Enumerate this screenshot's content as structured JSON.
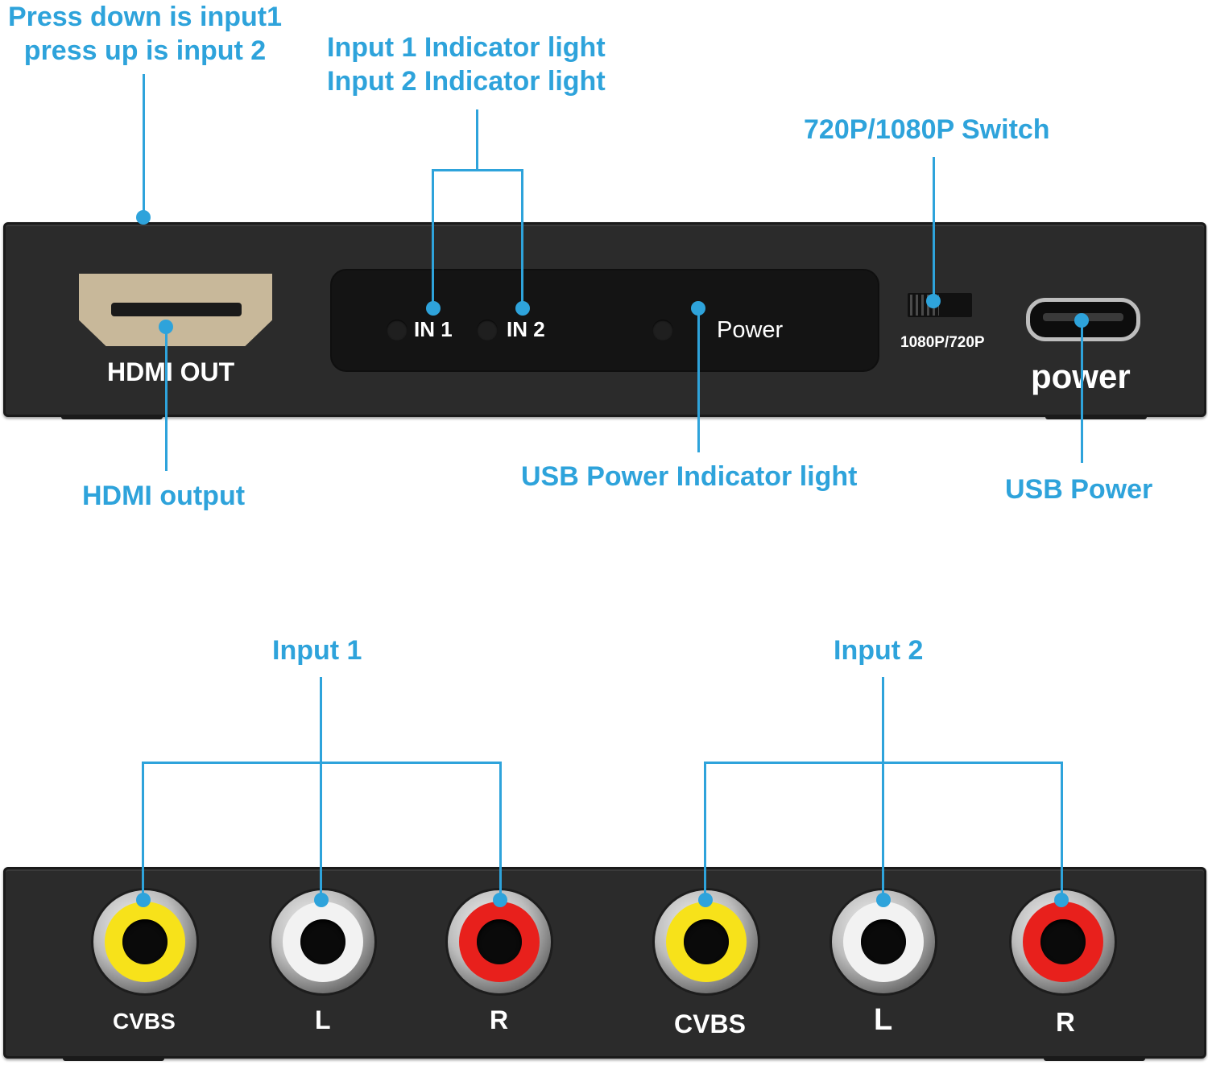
{
  "callouts": {
    "input_select_line1": "Press down is input1",
    "input_select_line2": "press up is input 2",
    "indicator_line1": "Input 1 Indicator light",
    "indicator_line2": "Input 2 Indicator light",
    "resolution_switch": "720P/1080P Switch",
    "hdmi_output": "HDMI output",
    "usb_power_indicator": "USB Power Indicator light",
    "usb_power": "USB Power",
    "input1": "Input 1",
    "input2": "Input 2"
  },
  "front_panel": {
    "hdmi_label": "HDMI OUT",
    "in1_label": "IN 1",
    "in2_label": "IN 2",
    "power_label": "Power",
    "switch_label": "1080P/720P",
    "usb_label": "power"
  },
  "rear_panel": {
    "jacks": [
      {
        "label": "CVBS",
        "color": "#f7e21a"
      },
      {
        "label": "L",
        "color": "#f2f2f2"
      },
      {
        "label": "R",
        "color": "#e8201c"
      },
      {
        "label": "CVBS",
        "color": "#f7e21a"
      },
      {
        "label": "L",
        "color": "#f2f2f2"
      },
      {
        "label": "R",
        "color": "#e8201c"
      }
    ]
  },
  "colors": {
    "accent": "#2ea3db",
    "panel": "#2b2b2b"
  }
}
